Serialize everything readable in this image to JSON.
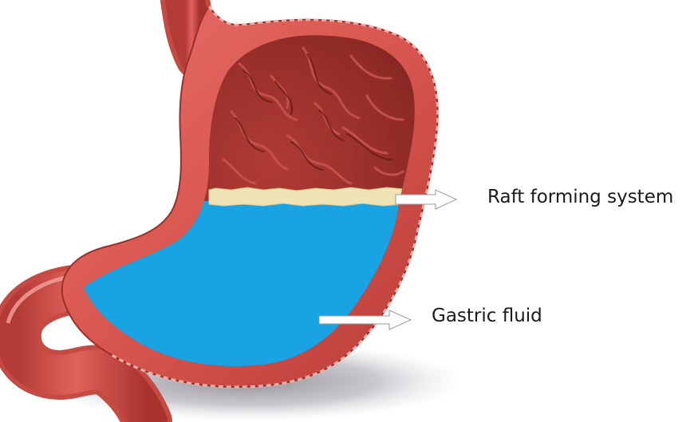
{
  "labels": {
    "raft": "Raft forming system",
    "fluid": "Gastric fluid"
  },
  "colors": {
    "gastric_fluid": "#1aa3e3",
    "raft_layer": "#f0e3b5",
    "stomach_wall": "#d8564f",
    "mucosa": "#8e2a26",
    "arrow": "#ffffff"
  },
  "icons": [
    "stomach-illustration",
    "arrow-right-icon"
  ]
}
